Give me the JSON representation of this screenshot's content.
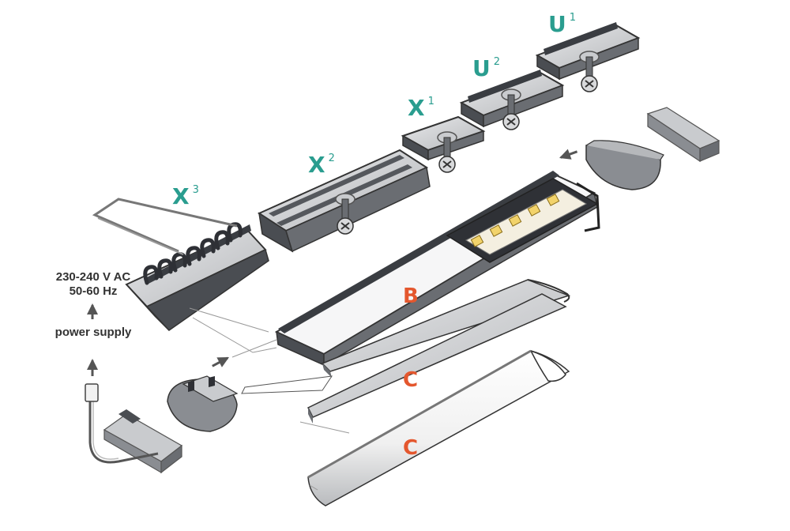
{
  "labels": {
    "x3": {
      "letter": "X",
      "index": "3"
    },
    "x2": {
      "letter": "X",
      "index": "2"
    },
    "x1": {
      "letter": "X",
      "index": "1"
    },
    "u2": {
      "letter": "U",
      "index": "2"
    },
    "u1": {
      "letter": "U",
      "index": "1"
    },
    "b": "B",
    "c_upper": "C",
    "c_lower": "C"
  },
  "supply": {
    "voltage": "230-240 V AC",
    "frequency": "50-60 Hz",
    "caption": "power supply"
  },
  "colors": {
    "label_teal": "#2a9d8f",
    "label_orange": "#e4572e",
    "metal_dark": "#4a4d52",
    "metal_mid": "#8a8d92",
    "metal_light": "#c9cbce",
    "arrow": "#555555"
  },
  "icons": [
    "screw-icon",
    "arrow-icon",
    "led-chip-icon"
  ]
}
